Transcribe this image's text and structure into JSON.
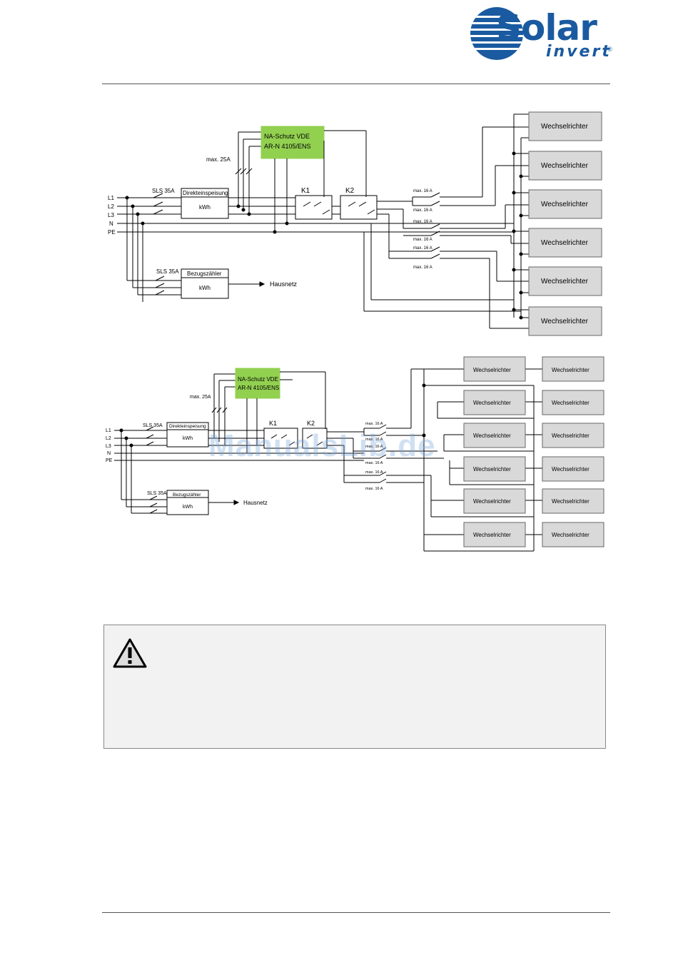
{
  "brand": {
    "main": "Solar",
    "sub": "invert",
    "reg": "®"
  },
  "diagram1": {
    "na_schutz_line1": "NA-Schutz VDE",
    "na_schutz_line2": "AR-N 4105/ENS",
    "max25": "max. 25A",
    "sls": "SLS 35A",
    "direkteinspeisung": "Direkteinspeisung",
    "kwh": "kWh",
    "k1": "K1",
    "k2": "K2",
    "bezugszaehler": "Bezugszähler",
    "hausnetz": "Hausnetz",
    "max16": "max. 16 A",
    "lines": [
      "L1",
      "L2",
      "L3",
      "N",
      "PE"
    ],
    "inverter": "Wechselrichter"
  },
  "diagram2": {
    "na_schutz_line1": "NA-Schutz VDE",
    "na_schutz_line2": "AR-N 4105/ENS",
    "max25": "max. 25A",
    "sls": "SLS 35A",
    "direkteinspeisung": "Direkteinspeisung",
    "kwh": "kWh",
    "k1": "K1",
    "k2": "K2",
    "bezugszaehler": "Bezugszähler",
    "hausnetz": "Hausnetz",
    "max16": "max. 16 A",
    "lines": [
      "L1",
      "L2",
      "L3",
      "N",
      "PE"
    ],
    "inverter": "Wechselrichter"
  },
  "watermark": "ManualsLib.de",
  "colors": {
    "brand": "#1a5aa0",
    "na_box": "#92d050",
    "inverter_box": "#d9d9d9"
  }
}
